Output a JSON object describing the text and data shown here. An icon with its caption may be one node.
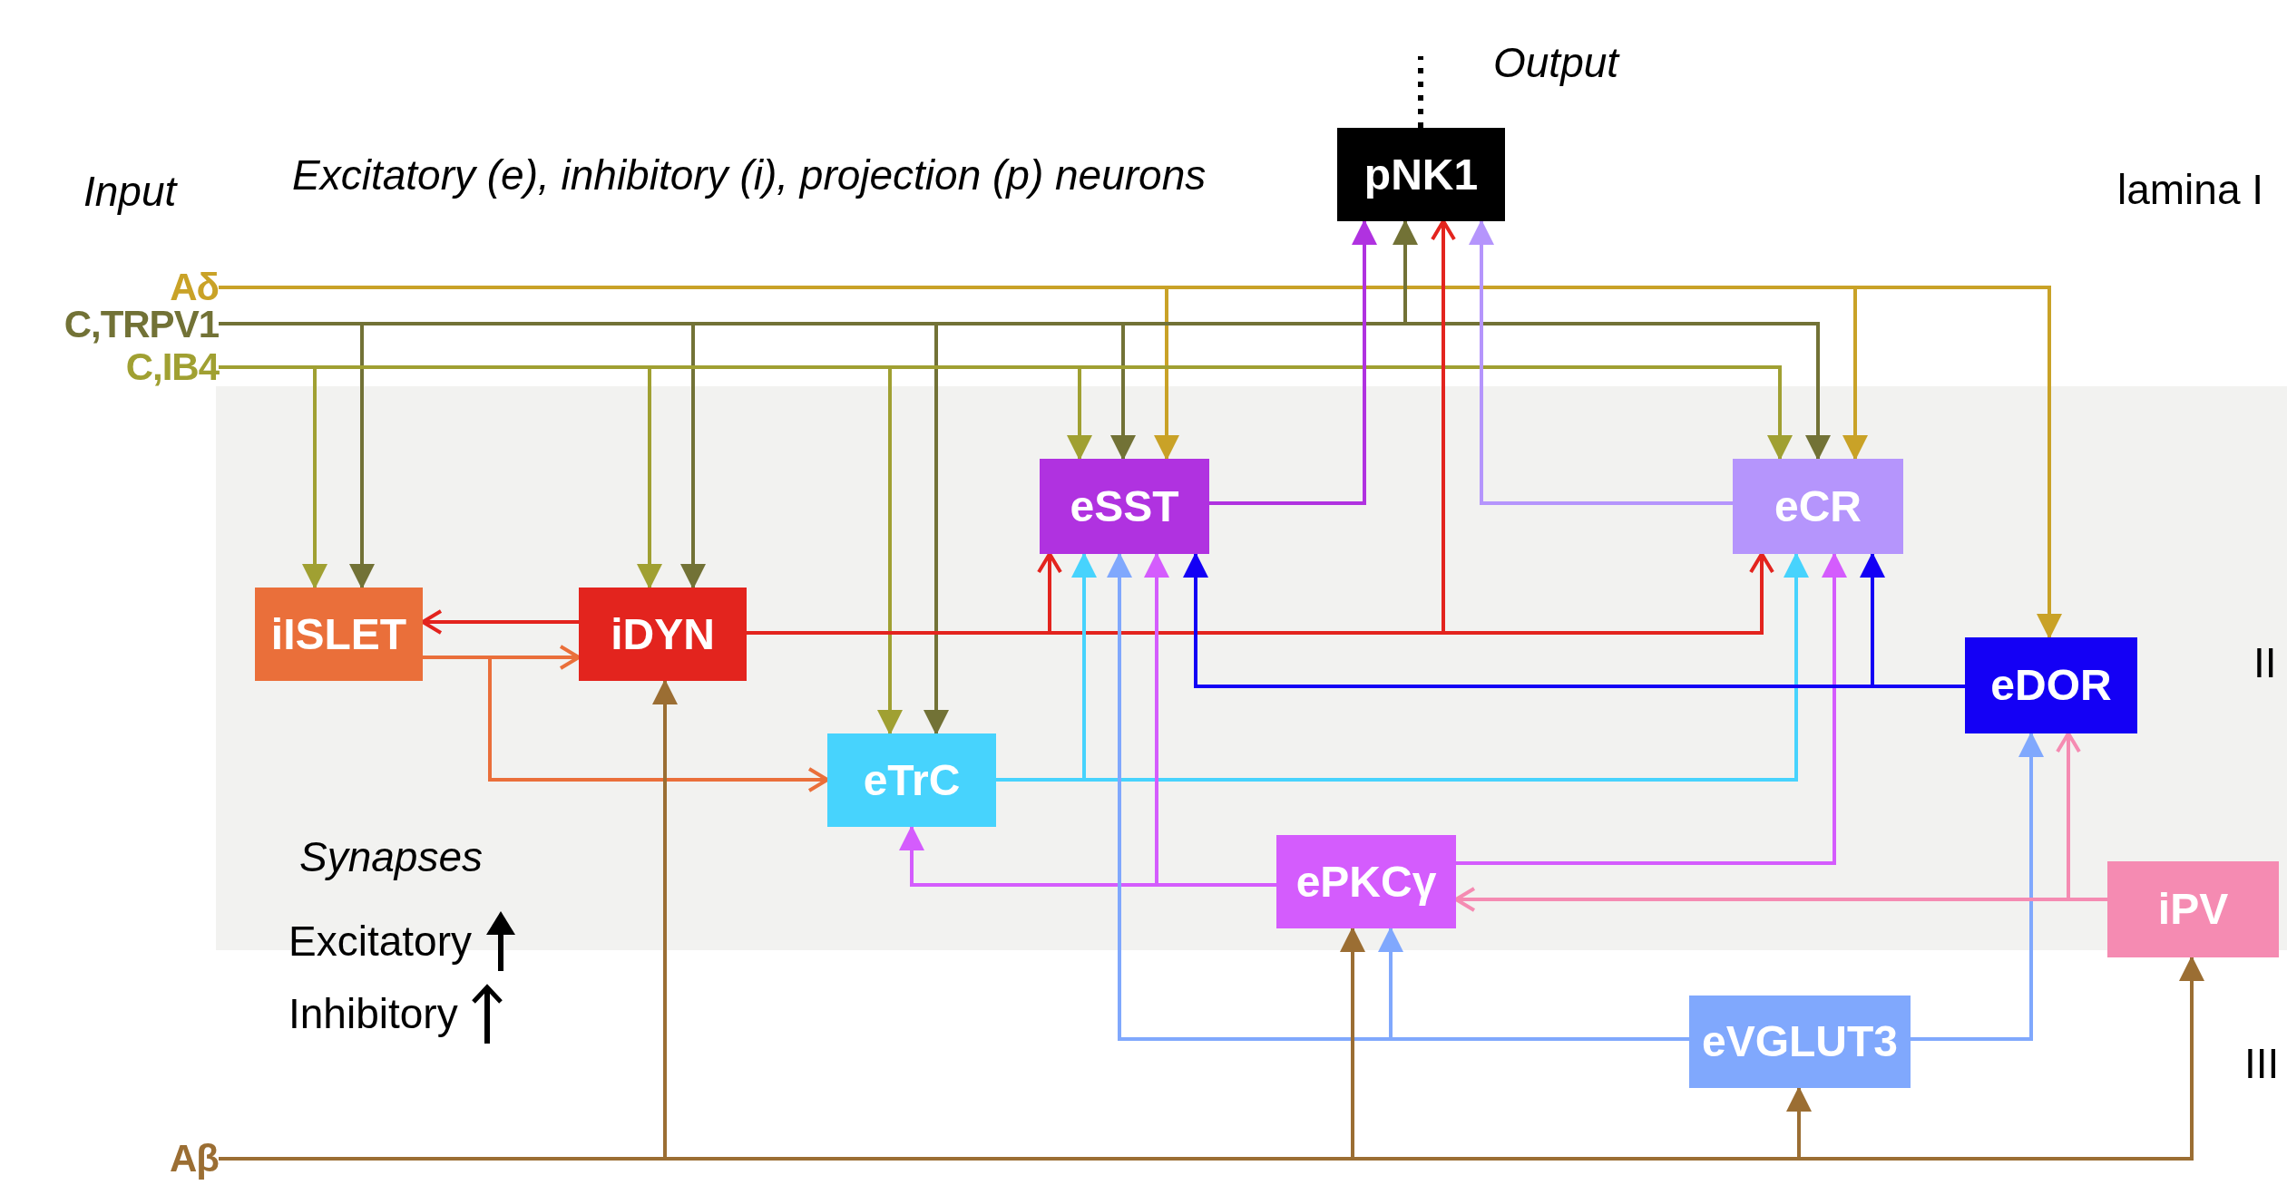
{
  "diagram": {
    "nodes": [
      {
        "text": [
          "pNK1"
        ]
      },
      {
        "text": [
          "Aδ"
        ]
      },
      {
        "text": [
          "C,TRPV1"
        ]
      },
      {
        "text": [
          "C,IB4"
        ]
      },
      {
        "text": [
          "eSST"
        ]
      },
      {
        "text": [
          "eCR"
        ]
      },
      {
        "text": [
          "iISLET"
        ]
      },
      {
        "text": [
          "iDYN"
        ]
      },
      {
        "text": [
          "eDOR"
        ]
      },
      {
        "text": [
          "eTrC"
        ]
      },
      {
        "text": [
          "ePKCγ"
        ]
      },
      {
        "text": [
          "iPV"
        ]
      },
      {
        "text": [
          "eVGLUT3"
        ]
      },
      {
        "text": [
          "Aβ"
        ]
      }
    ],
    "edges": [
      {
        "from": 1,
        "to": 4,
        "arrow": "to",
        "color": "#c9a227"
      },
      {
        "from": 1,
        "to": 5,
        "arrow": "to",
        "color": "#c9a227"
      },
      {
        "from": 1,
        "to": 8,
        "arrow": "to",
        "color": "#c9a227"
      },
      {
        "from": 2,
        "to": 6,
        "arrow": "to",
        "color": "#727236"
      },
      {
        "from": 2,
        "to": 7,
        "arrow": "to",
        "color": "#727236"
      },
      {
        "from": 2,
        "to": 9,
        "arrow": "to",
        "color": "#727236"
      },
      {
        "from": 2,
        "to": 4,
        "arrow": "to",
        "color": "#727236"
      },
      {
        "from": 2,
        "to": 0,
        "arrow": "to",
        "color": "#727236"
      },
      {
        "from": 2,
        "to": 5,
        "arrow": "to",
        "color": "#727236"
      },
      {
        "from": 3,
        "to": 6,
        "arrow": "to",
        "color": "#a0a032"
      },
      {
        "from": 3,
        "to": 7,
        "arrow": "to",
        "color": "#a0a032"
      },
      {
        "from": 3,
        "to": 9,
        "arrow": "to",
        "color": "#a0a032"
      },
      {
        "from": 3,
        "to": 4,
        "arrow": "to",
        "color": "#a0a032"
      },
      {
        "from": 3,
        "to": 5,
        "arrow": "to",
        "color": "#a0a032"
      },
      {
        "from": 7,
        "to": 6,
        "arrow": "to",
        "color": "#e3241e"
      },
      {
        "from": 7,
        "to": 4,
        "arrow": "to",
        "color": "#e3241e"
      },
      {
        "from": 7,
        "to": 0,
        "arrow": "to",
        "color": "#e3241e"
      },
      {
        "from": 7,
        "to": 5,
        "arrow": "to",
        "color": "#e3241e"
      },
      {
        "from": 6,
        "to": 7,
        "arrow": "to",
        "color": "#ea6f3a"
      },
      {
        "from": 6,
        "to": 9,
        "arrow": "to",
        "color": "#ea6f3a"
      },
      {
        "from": 4,
        "to": 0,
        "arrow": "to",
        "color": "#b032e0"
      },
      {
        "from": 5,
        "to": 0,
        "arrow": "to",
        "color": "#b595fc"
      },
      {
        "from": 9,
        "to": 4,
        "arrow": "to",
        "color": "#47d3fd"
      },
      {
        "from": 9,
        "to": 5,
        "arrow": "to",
        "color": "#47d3fd"
      },
      {
        "from": 10,
        "to": 4,
        "arrow": "to",
        "color": "#d45cfd"
      },
      {
        "from": 10,
        "to": 9,
        "arrow": "to",
        "color": "#d45cfd"
      },
      {
        "from": 10,
        "to": 5,
        "arrow": "to",
        "color": "#d45cfd"
      },
      {
        "from": 8,
        "to": 5,
        "arrow": "to",
        "color": "#1400f5"
      },
      {
        "from": 8,
        "to": 4,
        "arrow": "to",
        "color": "#1400f5"
      },
      {
        "from": 12,
        "to": 4,
        "arrow": "to",
        "color": "#80a8fd"
      },
      {
        "from": 12,
        "to": 10,
        "arrow": "to",
        "color": "#80a8fd"
      },
      {
        "from": 12,
        "to": 8,
        "arrow": "to",
        "color": "#80a8fd"
      },
      {
        "from": 11,
        "to": 10,
        "arrow": "to",
        "color": "#f58bb2"
      },
      {
        "from": 11,
        "to": 8,
        "arrow": "to",
        "color": "#f58bb2"
      },
      {
        "from": 13,
        "to": 7,
        "arrow": "to",
        "color": "#9b6e33"
      },
      {
        "from": 13,
        "to": 10,
        "arrow": "to",
        "color": "#9b6e33"
      },
      {
        "from": 13,
        "to": 12,
        "arrow": "to",
        "color": "#9b6e33"
      },
      {
        "from": 13,
        "to": 11,
        "arrow": "to",
        "color": "#9b6e33"
      },
      {
        "from": 0,
        "to": null,
        "arrow": "none",
        "style": "dashed",
        "color": "#000000",
        "label": "Output"
      }
    ],
    "labels": [
      "Input",
      "Excitatory (e), inhibitory (i), projection (p) neurons",
      "lamina I",
      "II",
      "III",
      "Synapses"
    ],
    "legend": [
      {
        "text": "Excitatory"
      },
      {
        "text": "Inhibitory"
      }
    ]
  }
}
